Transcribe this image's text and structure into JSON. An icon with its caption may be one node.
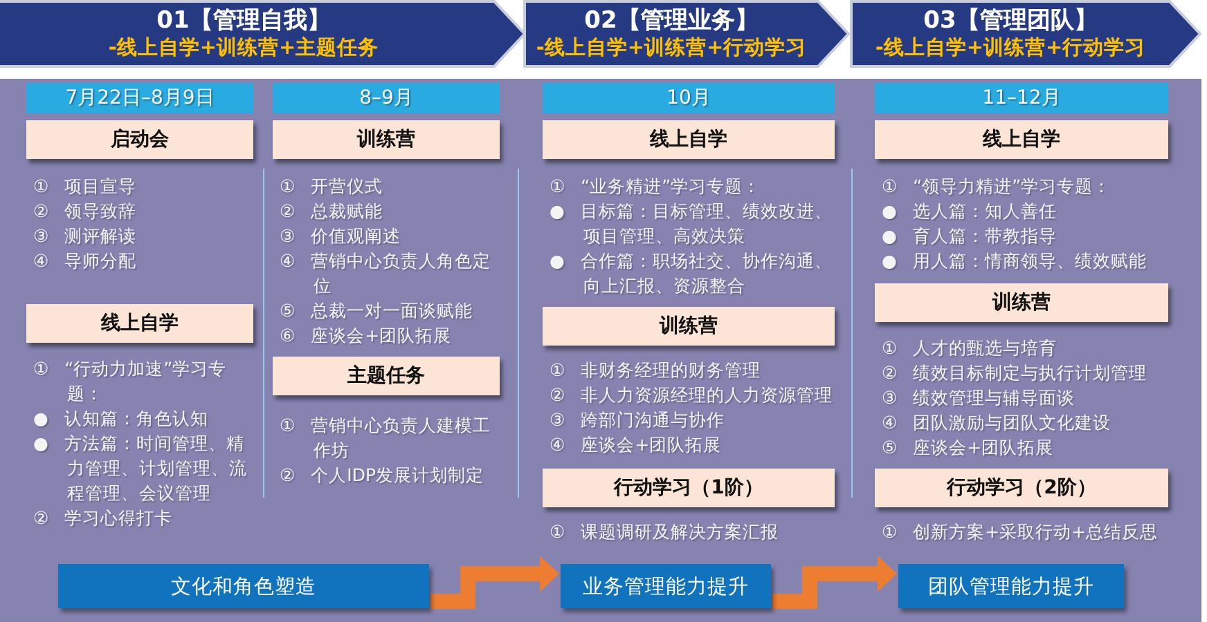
{
  "diagram": {
    "nodes": [
      {
        "text": [
          "01【管理自我】",
          "-线上自学+训练营+主题任务"
        ]
      },
      {
        "text": [
          "02【管理业务】",
          "-线上自学+训练营+行动学习"
        ]
      },
      {
        "text": [
          "03【管理团队】",
          "-线上自学+训练营+行动学习"
        ]
      },
      {
        "text": [
          "7月22日–8月9日"
        ]
      },
      {
        "text": [
          "启动会"
        ],
        "beside": [
          "① 项目宣导",
          "② 领导致辞",
          "③ 测评解读",
          "④ 导师分配"
        ]
      },
      {
        "text": [
          "线上自学"
        ],
        "beside": [
          "① “行动力加速”学习专题：",
          "● 认知篇：角色认知",
          "● 方法篇：时间管理、精力管理、计划管理、流程管理、会议管理",
          "② 学习心得打卡"
        ]
      },
      {
        "text": [
          "8–9月"
        ]
      },
      {
        "text": [
          "训练营"
        ],
        "beside": [
          "① 开营仪式",
          "② 总裁赋能",
          "③ 价值观阐述",
          "④ 营销中心负责人角色定位",
          "⑤ 总裁一对一面谈赋能",
          "⑥ 座谈会+团队拓展"
        ]
      },
      {
        "text": [
          "主题任务"
        ],
        "beside": [
          "① 营销中心负责人建模工作坊",
          "② 个人IDP发展计划制定"
        ]
      },
      {
        "text": [
          "文化和角色塑造"
        ]
      },
      {
        "text": [
          "10月"
        ]
      },
      {
        "text": [
          "线上自学"
        ],
        "beside": [
          "① “业务精进”学习专题：",
          "● 目标篇：目标管理、绩效改进、项目管理、高效决策",
          "● 合作篇：职场社交、协作沟通、向上汇报、资源整合"
        ]
      },
      {
        "text": [
          "训练营"
        ],
        "beside": [
          "① 非财务经理的财务管理",
          "② 非人力资源经理的人力资源管理",
          "③ 跨部门沟通与协作",
          "④ 座谈会+团队拓展"
        ]
      },
      {
        "text": [
          "行动学习（1阶）"
        ],
        "beside": [
          "① 课题调研及解决方案汇报"
        ]
      },
      {
        "text": [
          "业务管理能力提升"
        ]
      },
      {
        "text": [
          "11–12月"
        ]
      },
      {
        "text": [
          "线上自学"
        ],
        "beside": [
          "① “领导力精进”学习专题：",
          "● 选人篇：知人善任",
          "● 育人篇：带教指导",
          "● 用人篇：情商领导、绩效赋能"
        ]
      },
      {
        "text": [
          "训练营"
        ],
        "beside": [
          "① 人才的甄选与培育",
          "② 绩效目标制定与执行计划管理",
          "③ 绩效管理与辅导面谈",
          "④ 团队激励与团队文化建设",
          "⑤ 座谈会+团队拓展"
        ]
      },
      {
        "text": [
          "行动学习（2阶）"
        ],
        "beside": [
          "① 创新方案+采取行动+总结反思"
        ]
      },
      {
        "text": [
          "团队管理能力提升"
        ]
      }
    ],
    "edges": [
      {
        "from": 9,
        "to": 14,
        "arrow": "to"
      },
      {
        "from": 14,
        "to": 19,
        "arrow": "to"
      }
    ]
  }
}
